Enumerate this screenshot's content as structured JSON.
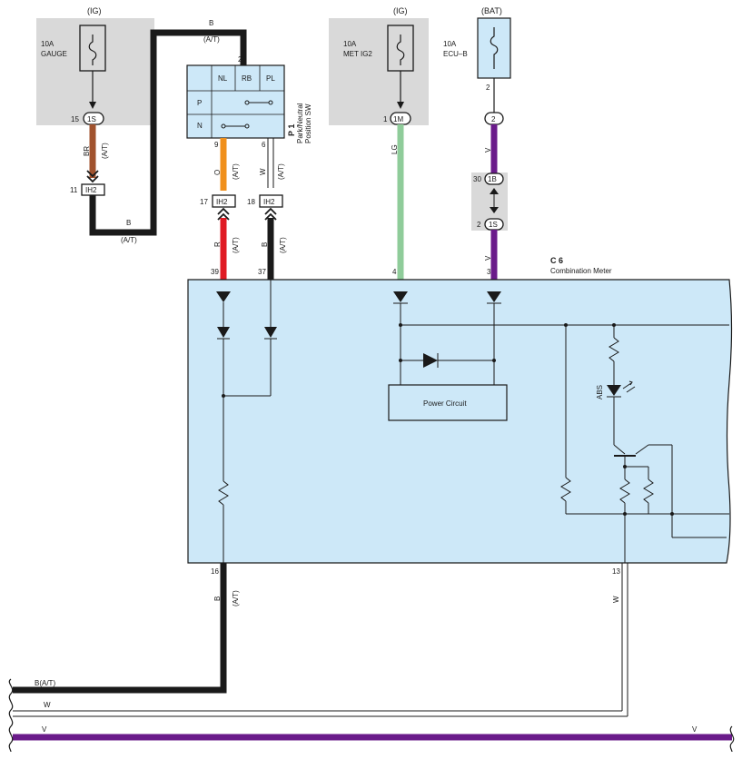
{
  "fuses": {
    "gauge": {
      "supply": "(IG)",
      "rating": "10A",
      "name": "GAUGE"
    },
    "met_ig2": {
      "supply": "(IG)",
      "rating": "10A",
      "name": "MET IG2"
    },
    "ecu_b": {
      "supply": "(BAT)",
      "rating": "10A",
      "name": "ECU–B"
    }
  },
  "connectors": {
    "c1s_gauge": {
      "pin": "15",
      "id": "1S"
    },
    "ih2_11": {
      "pin": "11",
      "id": "IH2"
    },
    "ih2_17": {
      "pin": "17",
      "id": "IH2"
    },
    "ih2_18": {
      "pin": "18",
      "id": "IH2"
    },
    "c1m": {
      "pin": "1",
      "id": "1M"
    },
    "ecub_pin": "2",
    "c2": {
      "id": "2"
    },
    "c1b": {
      "pin": "30",
      "id": "1B"
    },
    "c1s_v": {
      "pin": "2",
      "id": "1S"
    }
  },
  "switch": {
    "id": "P 1",
    "name_line1": "Park/Neutral",
    "name_line2": "Position SW",
    "pin_in": "2",
    "pin_9": "9",
    "pin_6": "6",
    "cols": [
      "NL",
      "RB",
      "PL"
    ],
    "rows": [
      "P",
      "N"
    ]
  },
  "wires": {
    "b_at_top": {
      "color": "B",
      "note": "(A/T)"
    },
    "br": {
      "color": "BR",
      "note": "(A/T)"
    },
    "b_at_low": {
      "color": "B",
      "note": "(A/T)"
    },
    "o": {
      "color": "O",
      "note": "(A/T)"
    },
    "w_sw": {
      "color": "W",
      "note": "(A/T)"
    },
    "r": {
      "color": "R",
      "note": "(A/T)"
    },
    "b_37": {
      "color": "B",
      "note": "(A/T)"
    },
    "lg": {
      "color": "LG"
    },
    "v_upper": {
      "color": "V"
    },
    "v_lower": {
      "color": "V"
    },
    "b_16": {
      "color": "B",
      "note": "(A/T)"
    },
    "w_13": {
      "color": "W"
    }
  },
  "meter": {
    "id": "C 6",
    "name": "Combination Meter",
    "pins": {
      "p39": "39",
      "p37": "37",
      "p4": "4",
      "p3": "3",
      "p16": "16",
      "p13": "13"
    },
    "power_circuit": "Power Circuit",
    "abs_label": "ABS"
  },
  "buses": {
    "b_at": "B(A/T)",
    "w": "W",
    "v_left": "V",
    "v_right": "V"
  },
  "colors": {
    "black_wire": "#1a1a1a",
    "brown_wire": "#a0522d",
    "orange_wire": "#f0901c",
    "red_wire": "#e01b24",
    "green_wire": "#8fcc9a",
    "violet_wire": "#6a1b8a",
    "meter_fill": "#cde8f8",
    "fuse_bg": "#d9d9d9",
    "switch_fill": "#cde8f8"
  }
}
